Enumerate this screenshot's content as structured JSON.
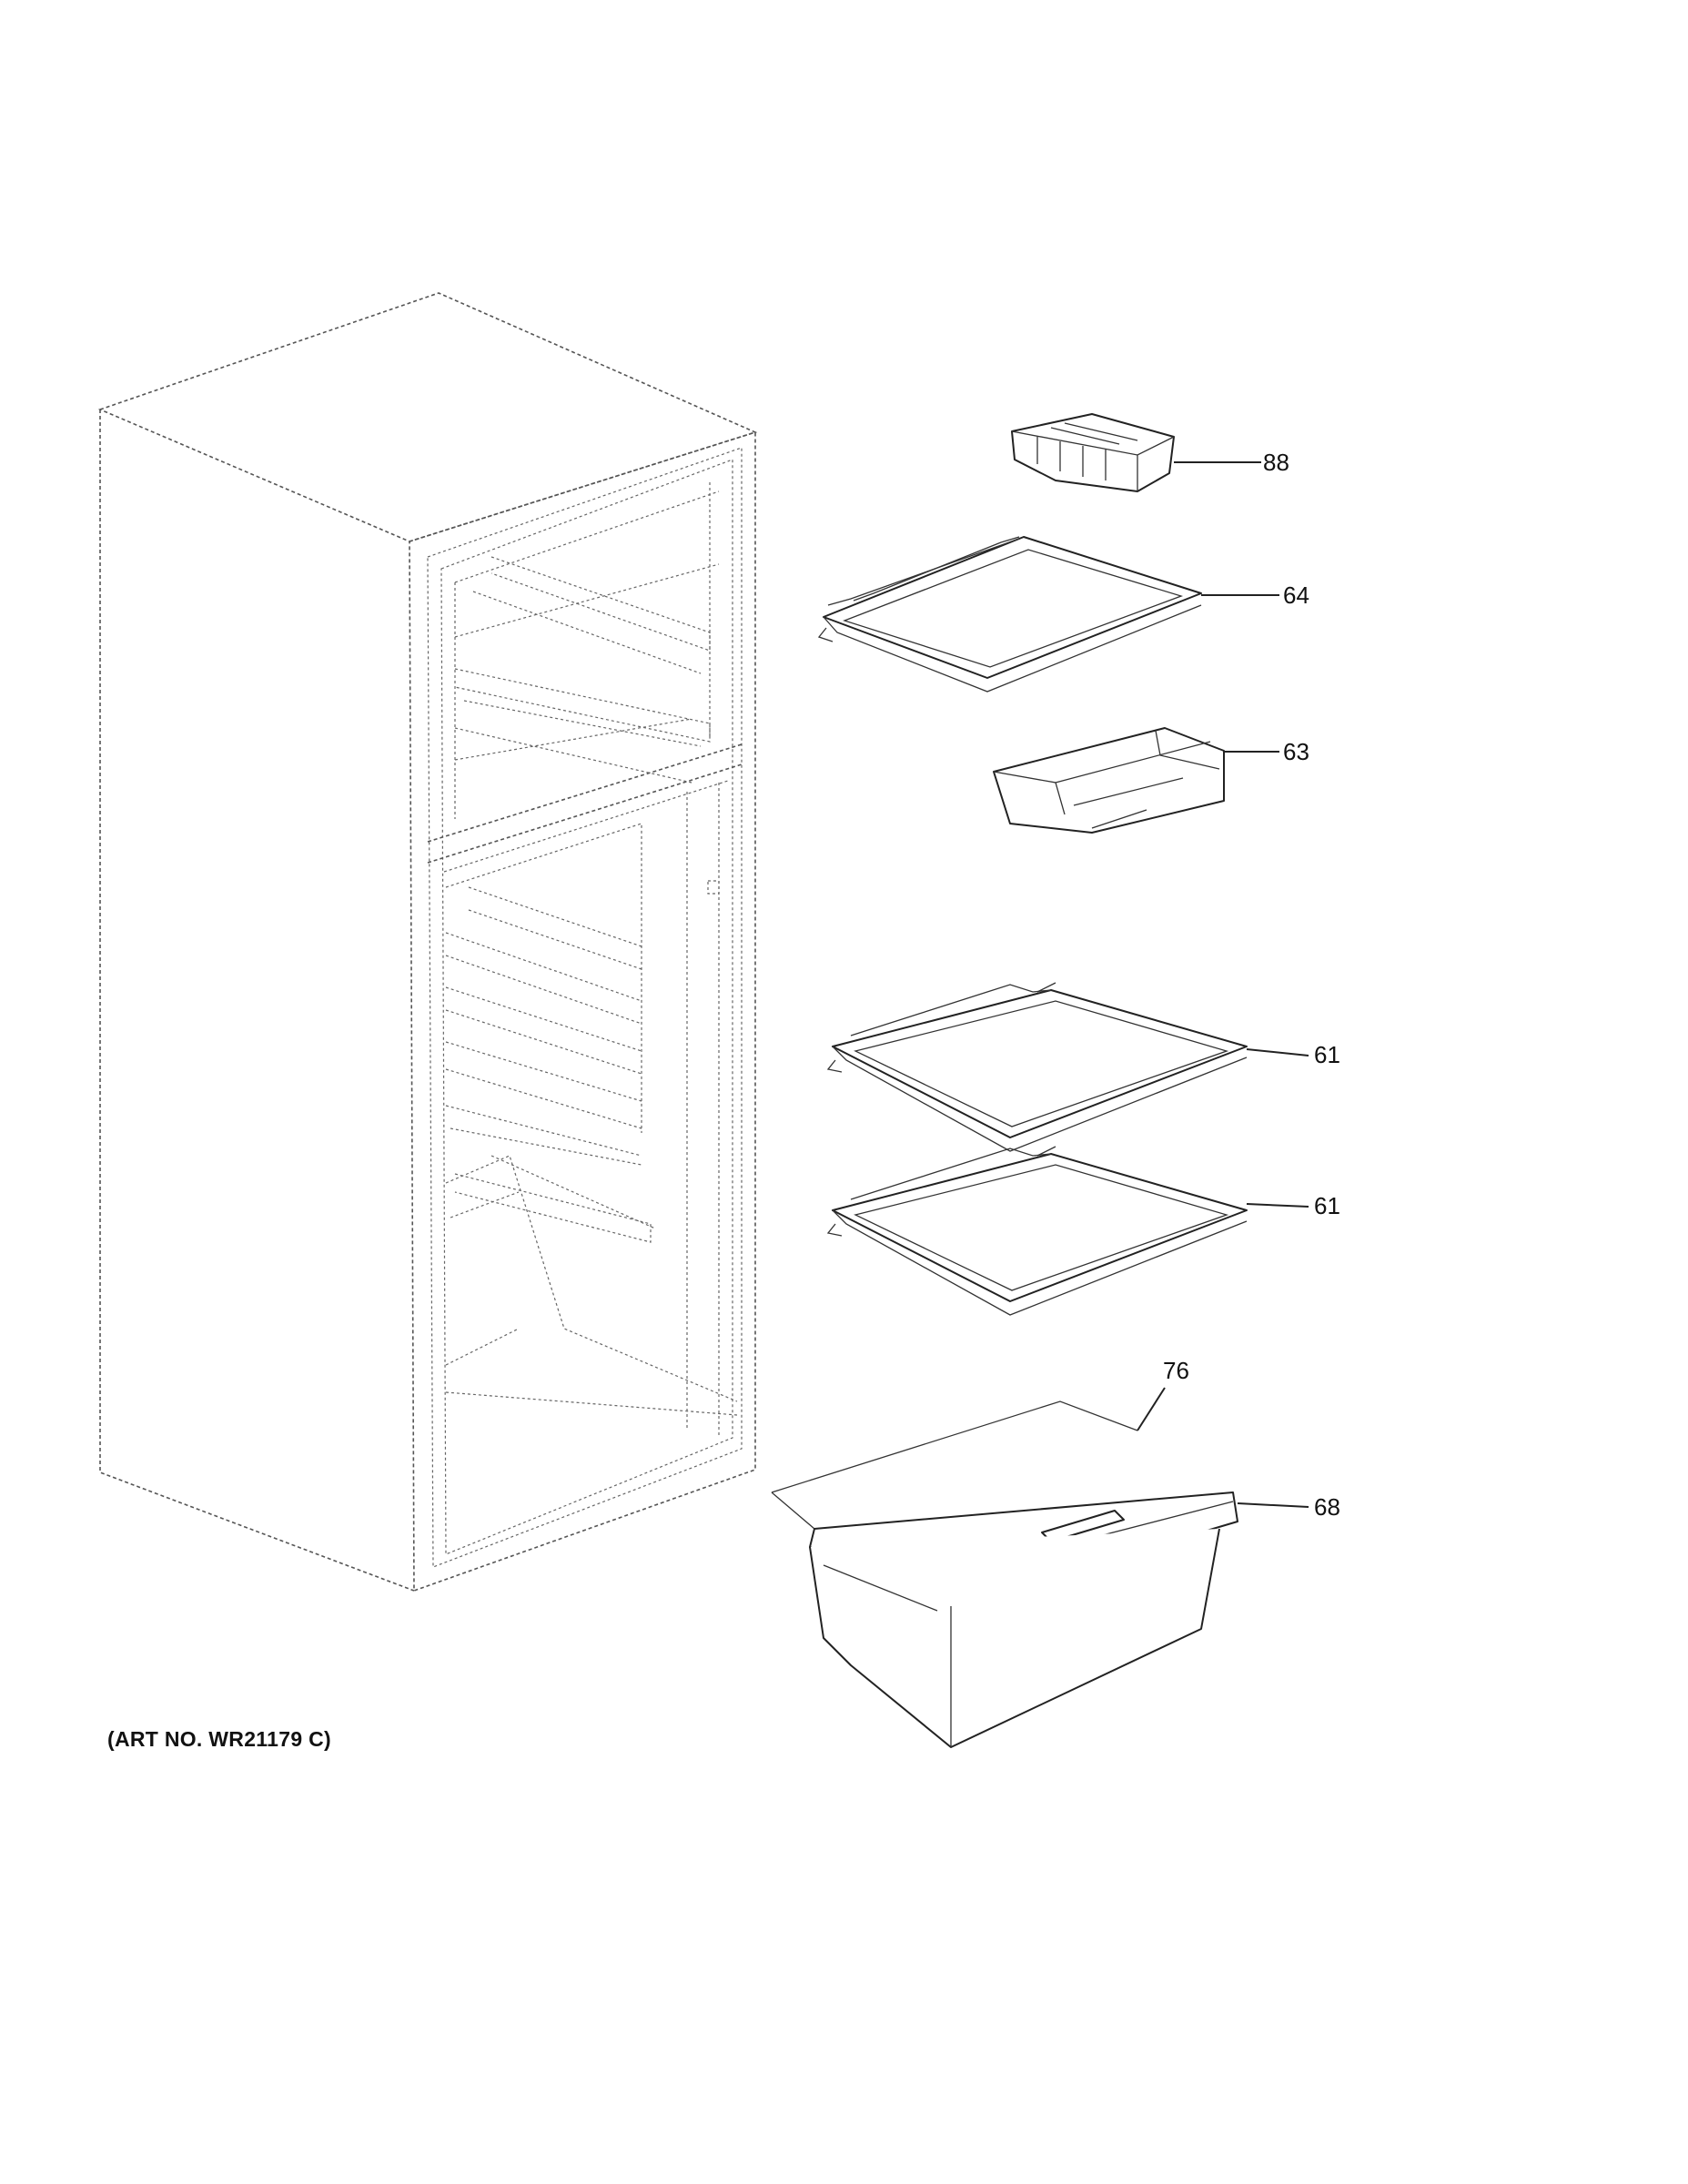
{
  "art_number": "(ART NO. WR21179 C)",
  "callouts": [
    {
      "id": "ice-tray",
      "label": "88"
    },
    {
      "id": "freezer-shelf",
      "label": "64"
    },
    {
      "id": "freezer-bin",
      "label": "63"
    },
    {
      "id": "fresh-food-shelf-upper",
      "label": "61"
    },
    {
      "id": "fresh-food-shelf-lower",
      "label": "61"
    },
    {
      "id": "crisper-cover",
      "label": "76"
    },
    {
      "id": "crisper-drawer",
      "label": "68"
    }
  ]
}
